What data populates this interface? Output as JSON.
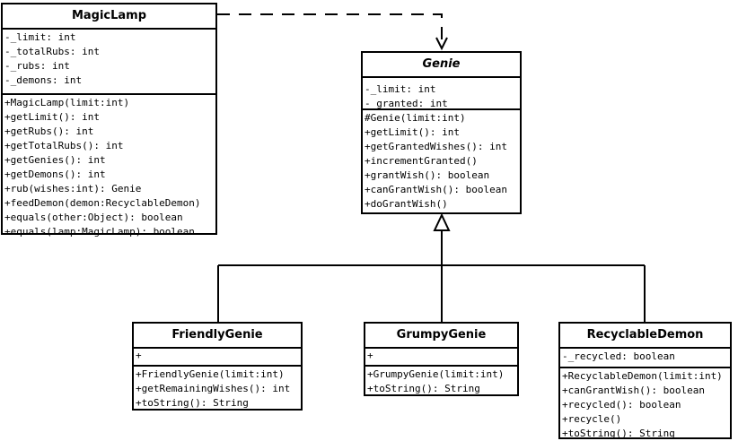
{
  "classes": {
    "magiclamp": {
      "name": "MagicLamp",
      "attributes": [
        "-_limit: int",
        "-_totalRubs: int",
        "-_rubs: int",
        "-_demons: int"
      ],
      "methods": [
        "+MagicLamp(limit:int)",
        "+getLimit(): int",
        "+getRubs(): int",
        "+getTotalRubs(): int",
        "+getGenies(): int",
        "+getDemons(): int",
        "+rub(wishes:int): Genie",
        "+feedDemon(demon:RecyclableDemon)",
        "+equals(other:Object): boolean",
        "+equals(lamp:MagicLamp): boolean"
      ]
    },
    "genie": {
      "name": "Genie",
      "attributes": [
        "-_limit: int",
        "-_granted: int"
      ],
      "methods": [
        "#Genie(limit:int)",
        "+getLimit(): int",
        "+getGrantedWishes(): int",
        "+incrementGranted()",
        "+grantWish(): boolean",
        "+canGrantWish(): boolean",
        "+doGrantWish()"
      ]
    },
    "friendlygenie": {
      "name": "FriendlyGenie",
      "attributes": [
        "+"
      ],
      "methods": [
        "+FriendlyGenie(limit:int)",
        "+getRemainingWishes(): int",
        "+toString(): String"
      ]
    },
    "grumpygenie": {
      "name": "GrumpyGenie",
      "attributes": [
        "+"
      ],
      "methods": [
        "+GrumpyGenie(limit:int)",
        "+toString(): String"
      ]
    },
    "recyclabledemon": {
      "name": "RecyclableDemon",
      "attributes": [
        "-_recycled: boolean"
      ],
      "methods": [
        "+RecyclableDemon(limit:int)",
        "+canGrantWish(): boolean",
        "+recycled(): boolean",
        "+recycle()",
        "+toString(): String"
      ]
    }
  },
  "relationships": [
    {
      "type": "dependency",
      "from": "MagicLamp",
      "to": "Genie"
    },
    {
      "type": "generalization",
      "from": "FriendlyGenie",
      "to": "Genie"
    },
    {
      "type": "generalization",
      "from": "GrumpyGenie",
      "to": "Genie"
    },
    {
      "type": "generalization",
      "from": "RecyclableDemon",
      "to": "Genie"
    }
  ],
  "colors": {
    "line": "#000000",
    "background": "#ffffff"
  }
}
